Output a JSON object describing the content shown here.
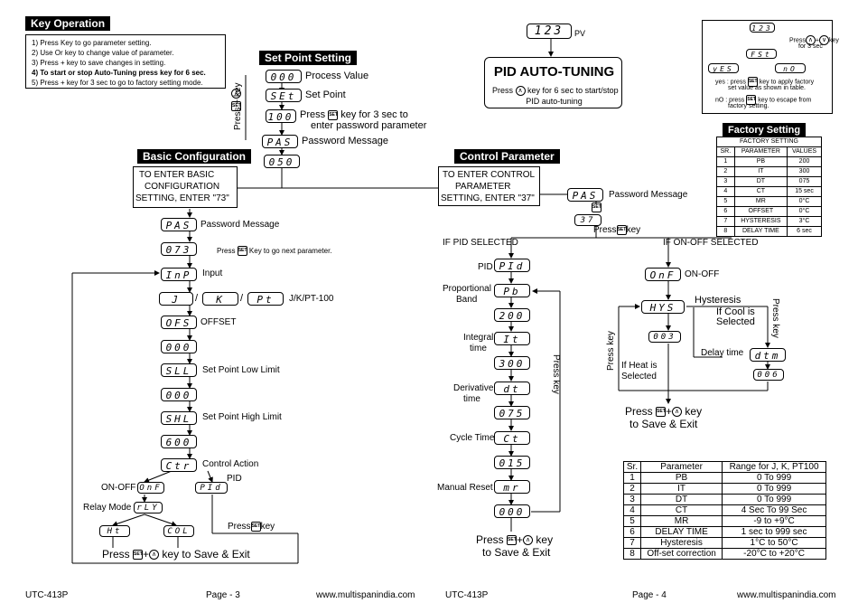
{
  "key_op": {
    "title": "Key Operation",
    "steps": [
      "1) Press Key to go parameter setting.",
      "2) Use Or key to change value of parameter.",
      "3) Press + key to save changes in setting.",
      "4) To start or stop Auto-Tuning press key for 6 sec.",
      "5) Press + key for 3 sec to go to factory setting mode."
    ]
  },
  "set_point": {
    "title": "Set Point Setting",
    "d1": "000",
    "l1": "Process Value",
    "d2": "SEt",
    "l2": "Set Point",
    "d3": "100",
    "l3a": "Press",
    "l3b": "key for 3 sec to",
    "l3c": "enter password parameter",
    "d4": "PAS",
    "l4": "Password Message",
    "d5": "050",
    "side": "Press + key"
  },
  "pid_auto": {
    "display": "123",
    "pv": "PV",
    "title": "PID AUTO-TUNING",
    "line1a": "Press",
    "line1b": "key for 6 sec to start/stop",
    "line2": "PID auto-tuning"
  },
  "factory_flow": {
    "d1": "123",
    "press_a": "Press",
    "press_b": "+",
    "press_c": "key",
    "press_d": "for 3 sec",
    "d2": "FSt",
    "d3": "yES",
    "d4": "nO",
    "yes_a": "yes : press",
    "yes_b": "key to apply factory",
    "yes_c": "set value as shown in table.",
    "no_a": "nO : press",
    "no_b": "key to escape from",
    "no_c": "factory setting."
  },
  "factory": {
    "title": "Factory Setting",
    "caption": "FACTORY SETTING",
    "headers": [
      "SR.",
      "PARAMETER",
      "VALUES"
    ],
    "rows": [
      [
        "1",
        "PB",
        "200"
      ],
      [
        "2",
        "IT",
        "300"
      ],
      [
        "3",
        "DT",
        "075"
      ],
      [
        "4",
        "CT",
        "15 sec"
      ],
      [
        "5",
        "MR",
        "0°C"
      ],
      [
        "6",
        "OFFSET",
        "0°C"
      ],
      [
        "7",
        "HYSTERESIS",
        "3°C"
      ],
      [
        "8",
        "DELAY TIME",
        "6 sec"
      ]
    ]
  },
  "basic": {
    "title": "Basic Configuration",
    "enter": [
      "TO ENTER BASIC",
      "CONFIGURATION",
      "SETTING, ENTER \"73\""
    ],
    "pas": "PAS",
    "pas_l": "Password Message",
    "d073": "073",
    "press_next_a": "Press",
    "press_next_b": "Key to go next parameter.",
    "inp": "InP",
    "inp_l": "Input",
    "j": "J",
    "k": "K",
    "pt": "Pt",
    "jkpt": "J/K/PT-100",
    "sep1": "/",
    "sep2": "/",
    "ofs": "OFS",
    "ofs_l": "OFFSET",
    "d000a": "000",
    "sll": "SLL",
    "sll_l": "Set Point Low Limit",
    "d000b": "000",
    "shl": "SHL",
    "shl_l": "Set Point High Limit",
    "d600": "600",
    "ctr": "Ctr",
    "ctr_l": "Control Action",
    "onoff_l": "ON-OFF",
    "onf": "OnF",
    "pid_l": "PID",
    "pid": "PId",
    "relay_l": "Relay Mode",
    "rly": "rLY",
    "ht": "Ht",
    "col": "COL",
    "press_key_a": "Press",
    "press_key_b": "key",
    "save_a": "Press",
    "save_b": "+",
    "save_c": "key to Save & Exit"
  },
  "control": {
    "title": "Control Parameter",
    "enter": [
      "TO ENTER CONTROL",
      "PARAMETER",
      "SETTING, ENTER \"37\""
    ],
    "pas": "PAS",
    "pas_l": "Password Message",
    "d37": "37",
    "press_a": "Press",
    "press_b": "key",
    "if_pid": "IF PID SELECTED",
    "if_onoff": "IF ON-OFF SELECTED",
    "pid_l": "PID",
    "pid": "PId",
    "pb_l1": "Proportional",
    "pb_l2": "Band",
    "pb": "Pb",
    "d200": "200",
    "it_l1": "Integral",
    "it_l2": "time",
    "it": "It",
    "d300": "300",
    "dt_l1": "Derivative",
    "dt_l2": "time",
    "dt": "dt",
    "d075": "075",
    "ct_l": "Cycle Time",
    "ct": "Ct",
    "d015": "015",
    "mr_l": "Manual Reset",
    "mr": "mr",
    "d000": "000",
    "press_side": "Press key",
    "save_a": "Press",
    "save_b": "+",
    "save_c": "key",
    "save_d": "to Save & Exit",
    "onf": "OnF",
    "onf_l": "ON-OFF",
    "hys": "HYS",
    "hys_l": "Hysteresis",
    "cool1": "If Cool is",
    "cool2": "Selected",
    "d003": "003",
    "delay_l": "Delay time",
    "dtm": "dtm",
    "d006": "006",
    "heat1": "If Heat is",
    "heat2": "Selected",
    "press_left": "Press key",
    "press_right": "Press key",
    "save2_a": "Press",
    "save2_b": "+",
    "save2_c": "key",
    "save2_d": "to Save & Exit"
  },
  "range": {
    "headers": [
      "Sr.",
      "Parameter",
      "Range for J, K, PT100"
    ],
    "rows": [
      [
        "1",
        "PB",
        "0 To 999"
      ],
      [
        "2",
        "IT",
        "0 To 999"
      ],
      [
        "3",
        "DT",
        "0 To 999"
      ],
      [
        "4",
        "CT",
        "4 Sec To 99 Sec"
      ],
      [
        "5",
        "MR",
        "-9 to +9°C"
      ],
      [
        "6",
        "DELAY TIME",
        "1 sec to 999 sec"
      ],
      [
        "7",
        "Hysteresis",
        "1°C to 50°C"
      ],
      [
        "8",
        "Off-set correction",
        "-20°C to +20°C"
      ]
    ]
  },
  "footer": {
    "l_model": "UTC-413P",
    "l_page": "Page - 3",
    "l_web": "www.multispanindia.com",
    "r_model": "UTC-413P",
    "r_page": "Page - 4",
    "r_web": "www.multispanindia.com"
  },
  "keys": {
    "set": "SET",
    "up": "∧",
    "down": "∨"
  }
}
